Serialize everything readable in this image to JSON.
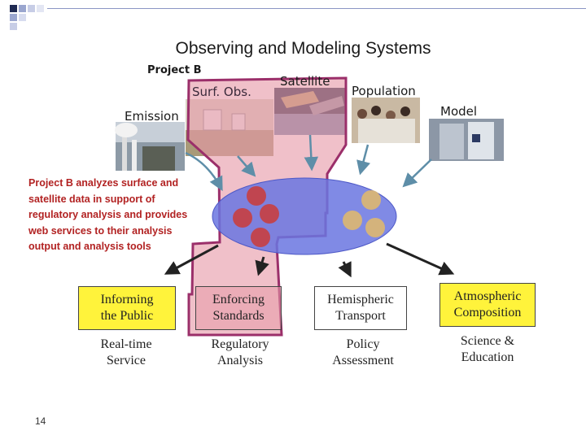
{
  "title": "Observing and Modeling Systems",
  "project_label": "Project B",
  "nodes": {
    "surf_obs": "Surf. Obs.",
    "satellite": "Satellite",
    "population": "Population",
    "emission": "Emission",
    "model": "Model"
  },
  "side_note": "Project B analyzes surface and satellite data in support of regulatory analysis and provides web services to their analysis output and analysis tools",
  "outputs": [
    {
      "box_line1": "Informing",
      "box_line2": "the Public",
      "caption_line1": "Real-time",
      "caption_line2": "Service"
    },
    {
      "box_line1": "Enforcing",
      "box_line2": "Standards",
      "caption_line1": "Regulatory",
      "caption_line2": "Analysis"
    },
    {
      "box_line1": "Hemispheric",
      "box_line2": "Transport",
      "caption_line1": "Policy",
      "caption_line2": "Assessment"
    },
    {
      "box_line1": "Atmospheric",
      "box_line2": "Composition",
      "caption_line1": "Science &",
      "caption_line2": "Education"
    }
  ],
  "page_number": "14",
  "colors": {
    "highlight_fill": "#e79aa8",
    "highlight_stroke": "#9b2f6a",
    "ellipse_fill": "#6a76e0",
    "red_circle": "#c04550",
    "tan_circle": "#d4b37c",
    "yellow_box": "#fff33b",
    "note_text": "#b22222",
    "arrow_blue": "#5e8ea8"
  }
}
